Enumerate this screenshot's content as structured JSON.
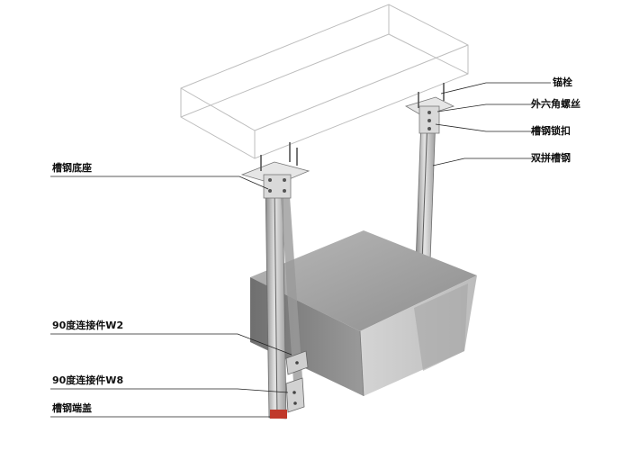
{
  "labels": {
    "anchor_bolt": "锚栓",
    "hex_bolt": "外六角螺丝",
    "channel_lock": "槽钢锁扣",
    "double_channel": "双拼槽钢",
    "channel_base": "槽钢底座",
    "connector_w2": "90度连接件W2",
    "connector_w8": "90度连接件W8",
    "end_cap": "槽钢端盖"
  },
  "colors": {
    "outline": "#b9b9b9",
    "steel_light": "#d6d6d6",
    "steel_dark": "#7a7a7a",
    "duct_top": "#a9a9a9",
    "duct_front": "#8f8f8f",
    "duct_side": "#c8c8c8",
    "end_cap": "#c0392b",
    "leader": "#222222"
  }
}
